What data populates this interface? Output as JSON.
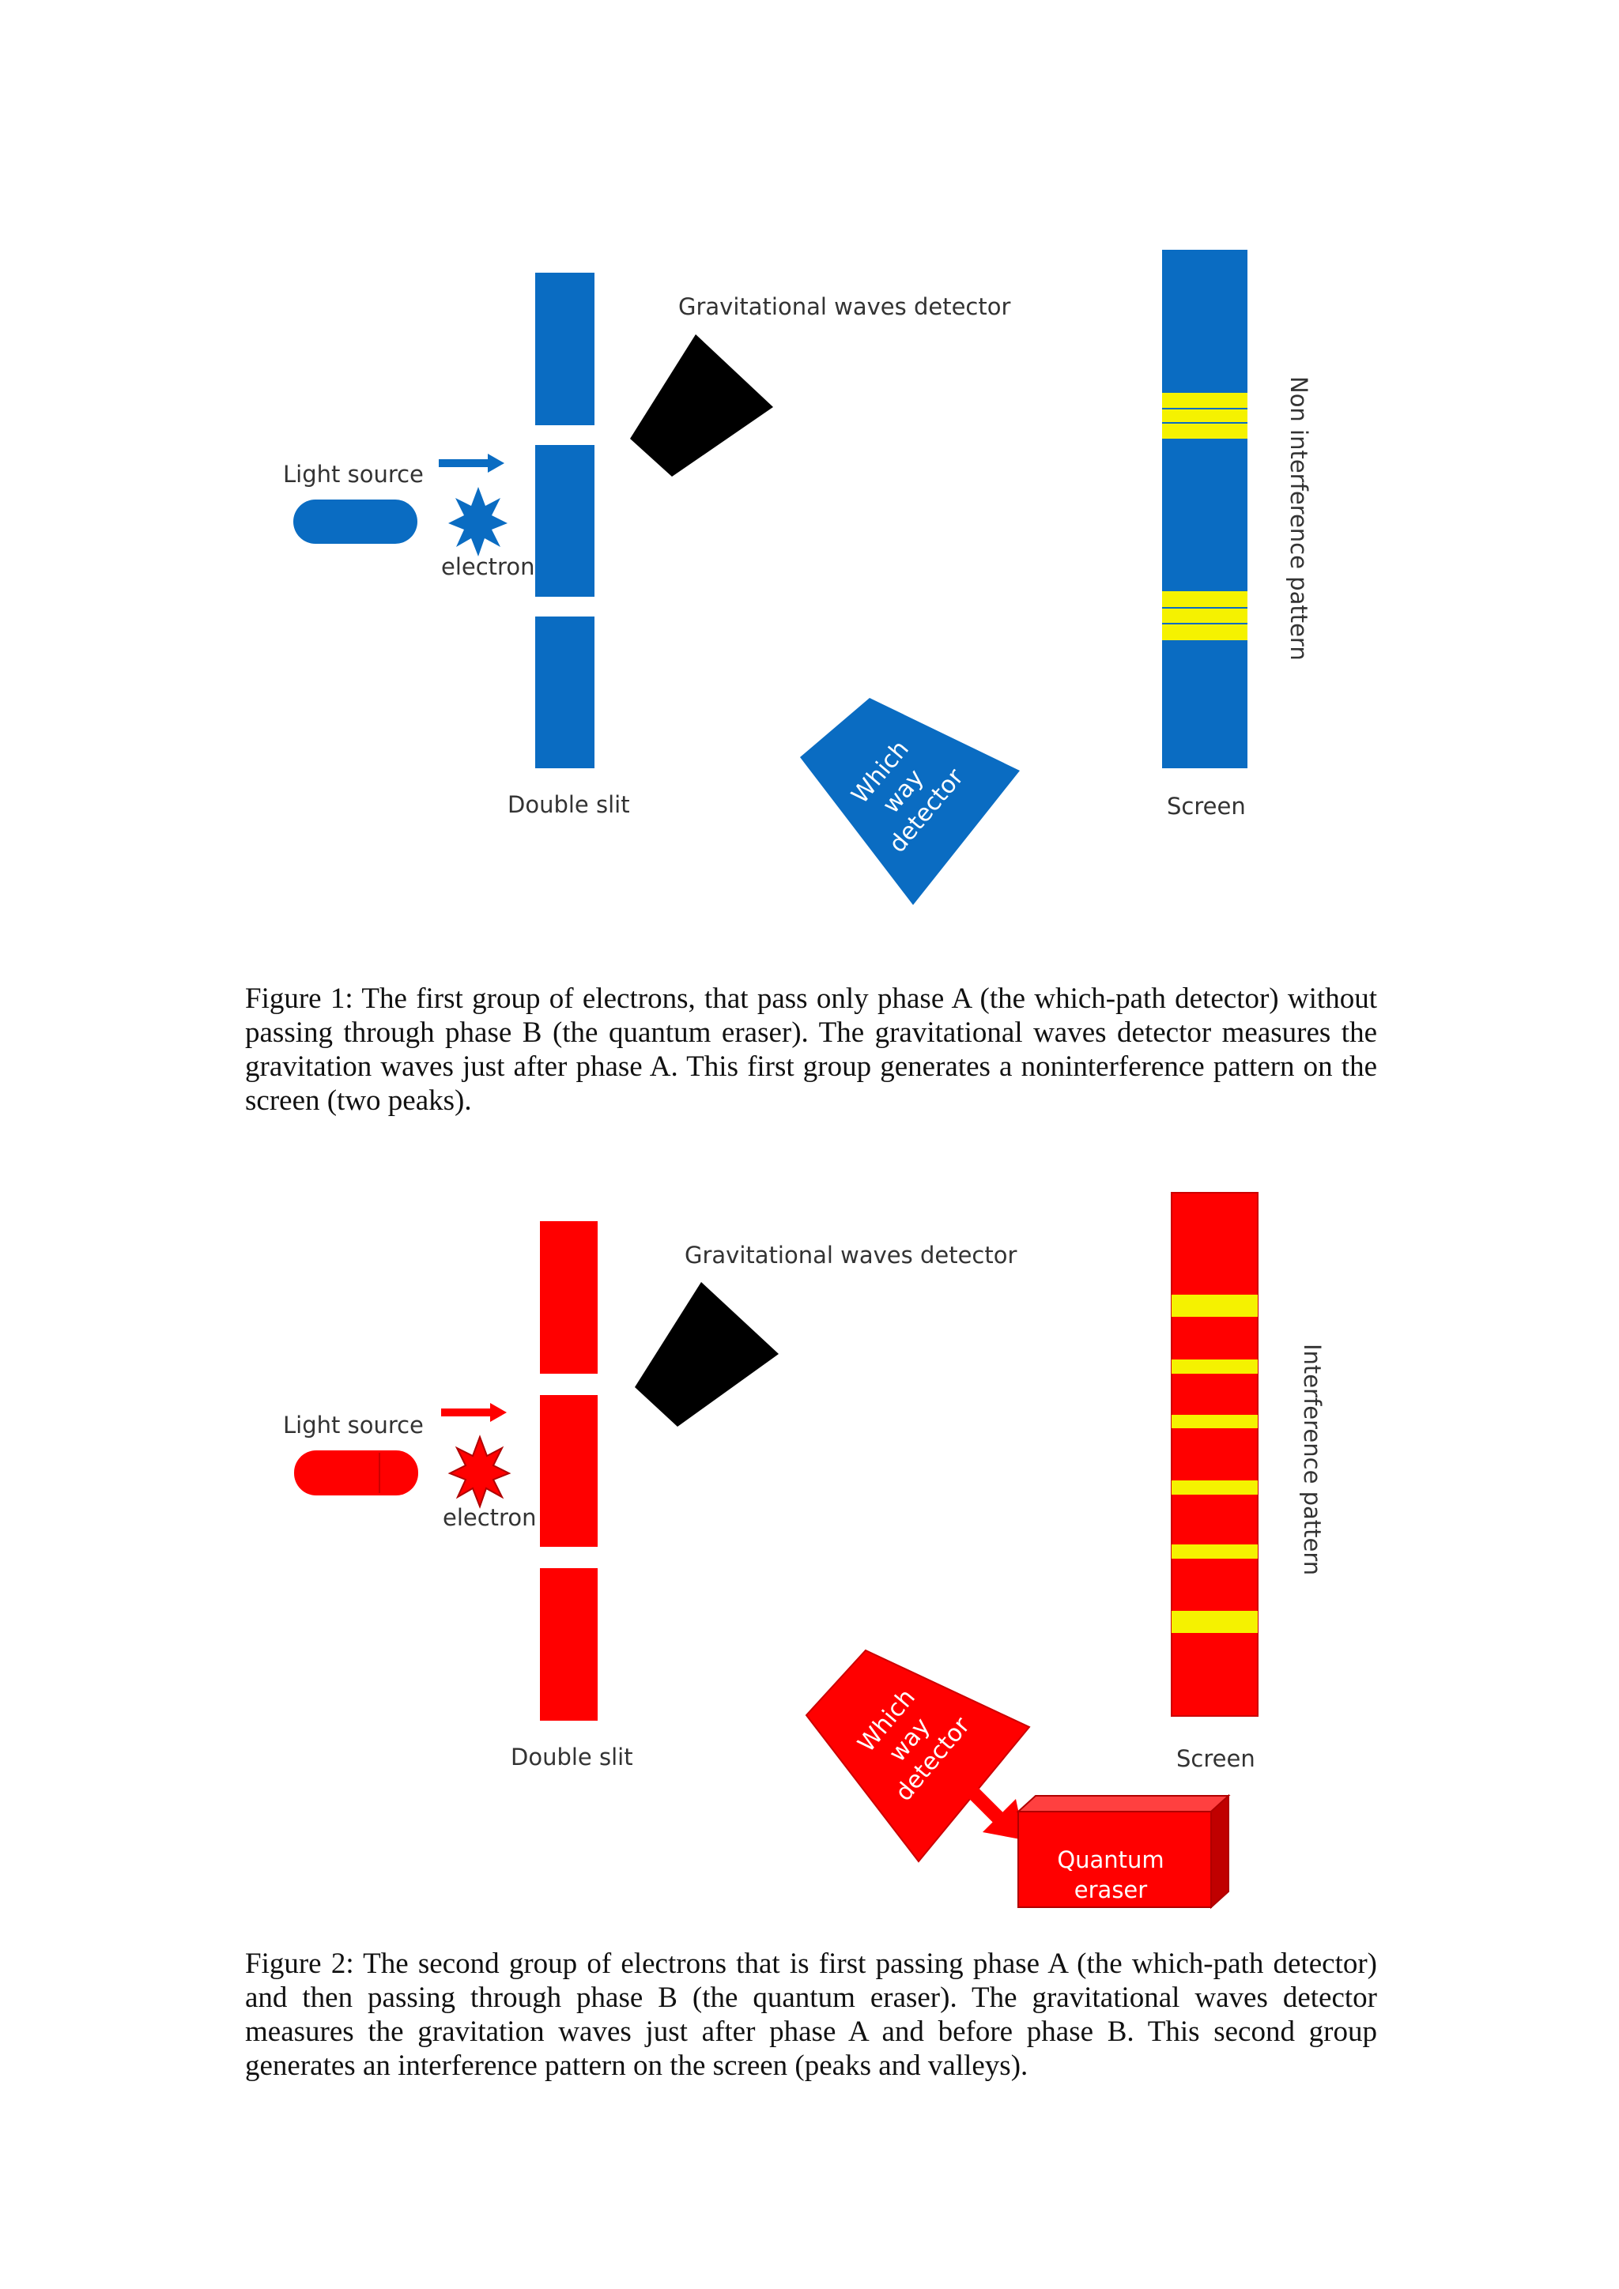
{
  "figure1": {
    "gravitational_detector_label": "Gravitational waves detector",
    "light_source_label": "Light source",
    "electron_label": "electron",
    "double_slit_label": "Double slit",
    "screen_label": "Screen",
    "pattern_label": "Non interference pattern",
    "which_way_lines": [
      "Which",
      "way",
      "detector"
    ],
    "color": "#0a6cc2",
    "band_color": "#f5f200",
    "caption": "Figure 1: The first group of electrons, that pass only phase A (the which-path detector) without passing through phase B (the quantum eraser). The gravitational waves detector measures the gravitation waves just after phase A. This first group generates a noninterference pattern on the screen (two peaks)."
  },
  "figure2": {
    "gravitational_detector_label": "Gravitational waves detector",
    "light_source_label": "Light source",
    "electron_label": "electron",
    "double_slit_label": "Double slit",
    "screen_label": "Screen",
    "pattern_label": "Interference pattern",
    "which_way_lines": [
      "Which",
      "way",
      "detector"
    ],
    "quantum_eraser_lines": [
      "Quantum",
      "eraser"
    ],
    "color": "#ff0000",
    "band_color": "#f5f200",
    "caption": "Figure 2: The second group of electrons that is first passing phase A (the which-path detector) and then passing through phase B (the quantum eraser). The gravitational waves detector measures the gravitation waves just after phase A and before phase B. This second group generates an interference pattern on the screen (peaks and valleys)."
  }
}
